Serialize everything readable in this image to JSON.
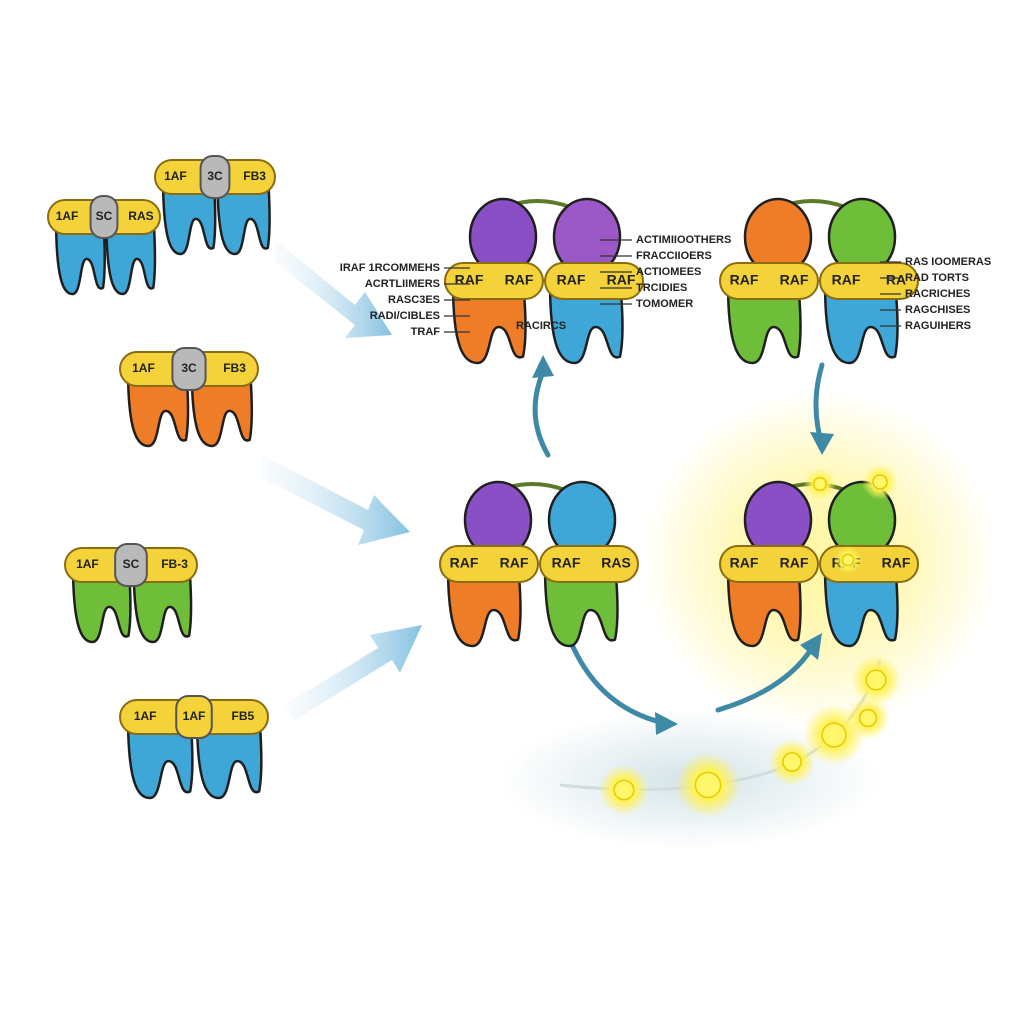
{
  "colors": {
    "yellow": "#f3d23a",
    "yellow_dark": "#b8941a",
    "blue": "#3fa6d8",
    "orange": "#ef7d28",
    "green": "#6fbe3a",
    "purple": "#8a4fc4",
    "violet": "#9b59c7",
    "grey": "#b9b9b9",
    "arrow_light": "#9fcde6",
    "arrow_dark": "#3e8aa6",
    "glow": "#fff27a"
  },
  "left_dimers": [
    {
      "labels": [
        "1AF",
        "SC",
        "RAS"
      ],
      "lobe": "blue",
      "mid_badge": "grey"
    },
    {
      "labels": [
        "1AF",
        "3C",
        "FB3"
      ],
      "lobe": "blue",
      "mid_badge": "grey"
    },
    {
      "labels": [
        "1AF",
        "3C",
        "FB3"
      ],
      "lobe": "orange",
      "mid_badge": "grey"
    },
    {
      "labels": [
        "1AF",
        "SC",
        "FB-3"
      ],
      "lobe": "green",
      "mid_badge": "grey"
    },
    {
      "labels": [
        "1AF",
        "1AF",
        "FB5"
      ],
      "lobe": "blue",
      "mid_badge": "yellow"
    }
  ],
  "top_complex_left": {
    "pills": [
      "RAF",
      "RAF",
      "RAF",
      "RAF"
    ],
    "left_labels": [
      "IRAF 1RCOMMEHS",
      "ACRTLIIMERS",
      "RASC3ES",
      "RADI/CIBLES",
      "TRAF"
    ],
    "right_labels": [
      "ACTIMIIOOTHERS",
      "FRACCIIOERS",
      "ACTIOMEES",
      "TRCIDIES",
      "TOMOMER"
    ],
    "inner_labels": [
      "RACIRCS"
    ]
  },
  "top_complex_right": {
    "pills": [
      "RAF",
      "RAF",
      "RAF",
      "RA"
    ],
    "right_labels": [
      "RAS IOOMERAS",
      "RAD TORTS",
      "RACRICHES",
      "RAGCHISES",
      "RAGUIHERS"
    ]
  },
  "mid_complex_left": {
    "pills": [
      "RAF",
      "RAF",
      "RAF",
      "RAS"
    ]
  },
  "mid_complex_right": {
    "pills": [
      "RAF",
      "RAF",
      "RAF",
      "RAF"
    ]
  }
}
